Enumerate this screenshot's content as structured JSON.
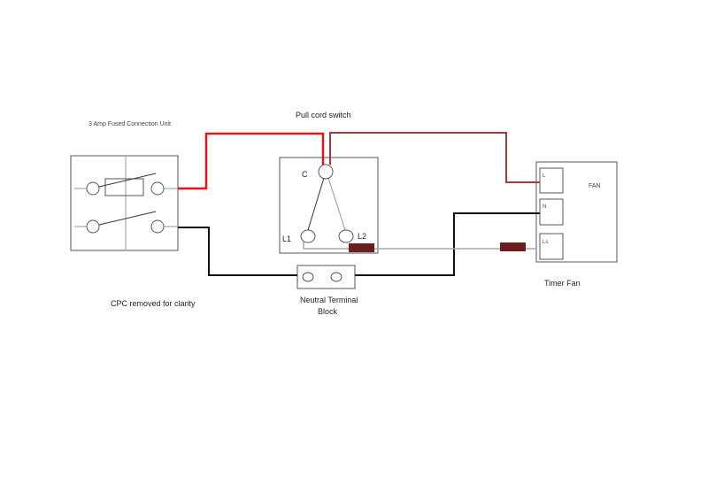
{
  "labels": {
    "fcu_title": "3 Amp Fused Connection Unit",
    "switch_title": "Pull cord switch",
    "cpc_note": "CPC removed for clarity",
    "neutral_line1": "Neutral Terminal",
    "neutral_line2": "Block",
    "timer_fan": "Timer Fan",
    "fan": "FAN",
    "terminal_c": "C",
    "terminal_l1": "L1",
    "terminal_l2": "L2",
    "fan_terminal_l": "L",
    "fan_terminal_n": "N",
    "fan_terminal_ls": "Ls"
  },
  "colors": {
    "live": "#e0161b",
    "switched_live": "#a8383a",
    "neutral": "#111111",
    "grey_wire": "#a8a8a8",
    "sleeve": "#6b1e1e",
    "outline": "#555555"
  }
}
